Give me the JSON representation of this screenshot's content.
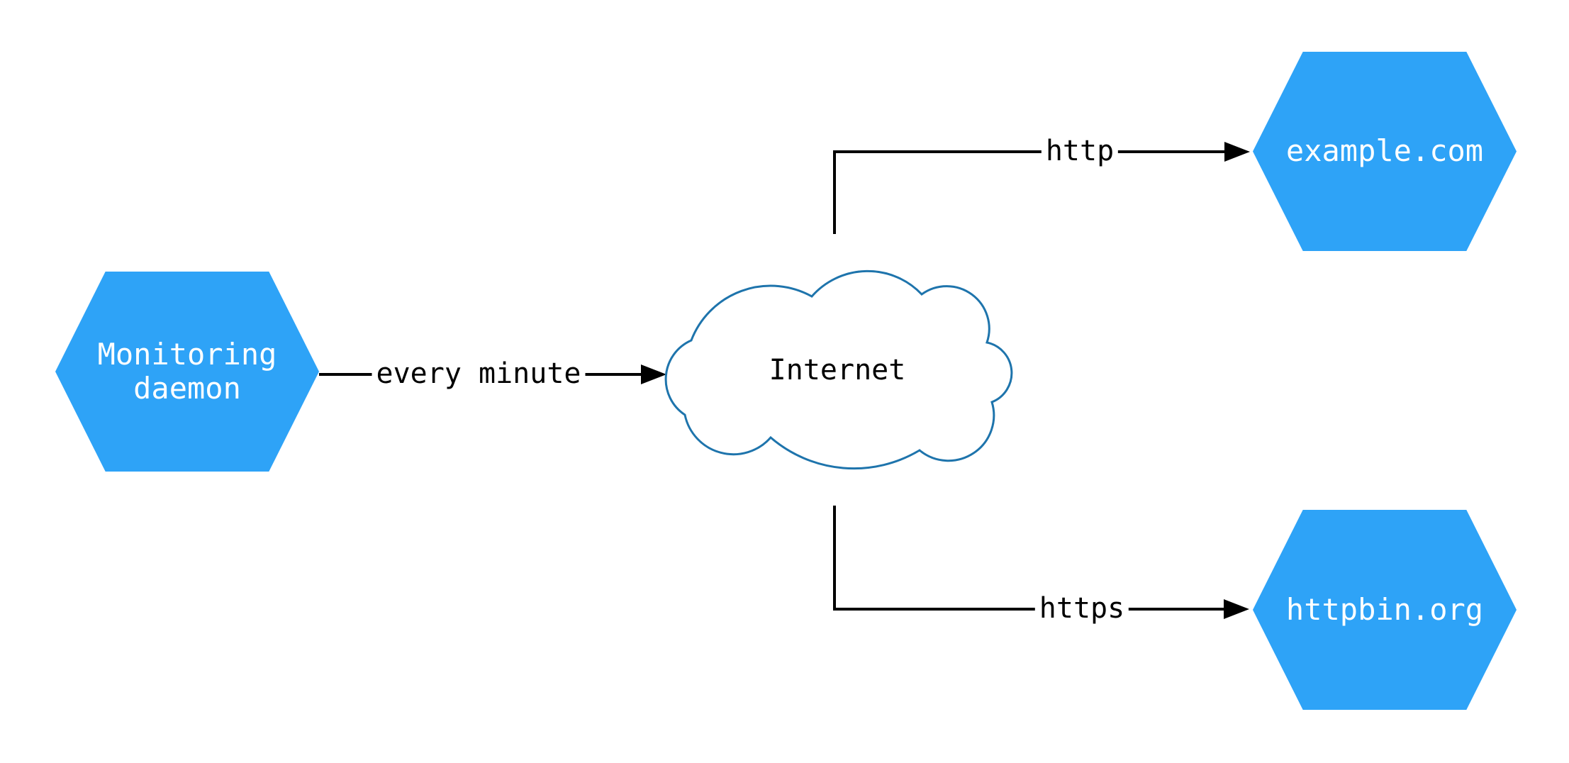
{
  "diagram": {
    "nodes": {
      "monitoring": {
        "lines": [
          "Monitoring",
          "daemon"
        ]
      },
      "internet": {
        "label": "Internet"
      },
      "example": {
        "label": "example.com"
      },
      "httpbin": {
        "label": "httpbin.org"
      }
    },
    "edges": {
      "every_minute": {
        "label": "every minute"
      },
      "http": {
        "label": "http"
      },
      "https": {
        "label": "https"
      }
    },
    "colors": {
      "hexagon_fill": "#2ea3f7",
      "hexagon_text": "#ffffff",
      "cloud_stroke": "#1e74ac",
      "cloud_fill": "#ffffff",
      "edge_line": "#000000",
      "edge_label_text": "#000000",
      "background": "#ffffff"
    }
  }
}
